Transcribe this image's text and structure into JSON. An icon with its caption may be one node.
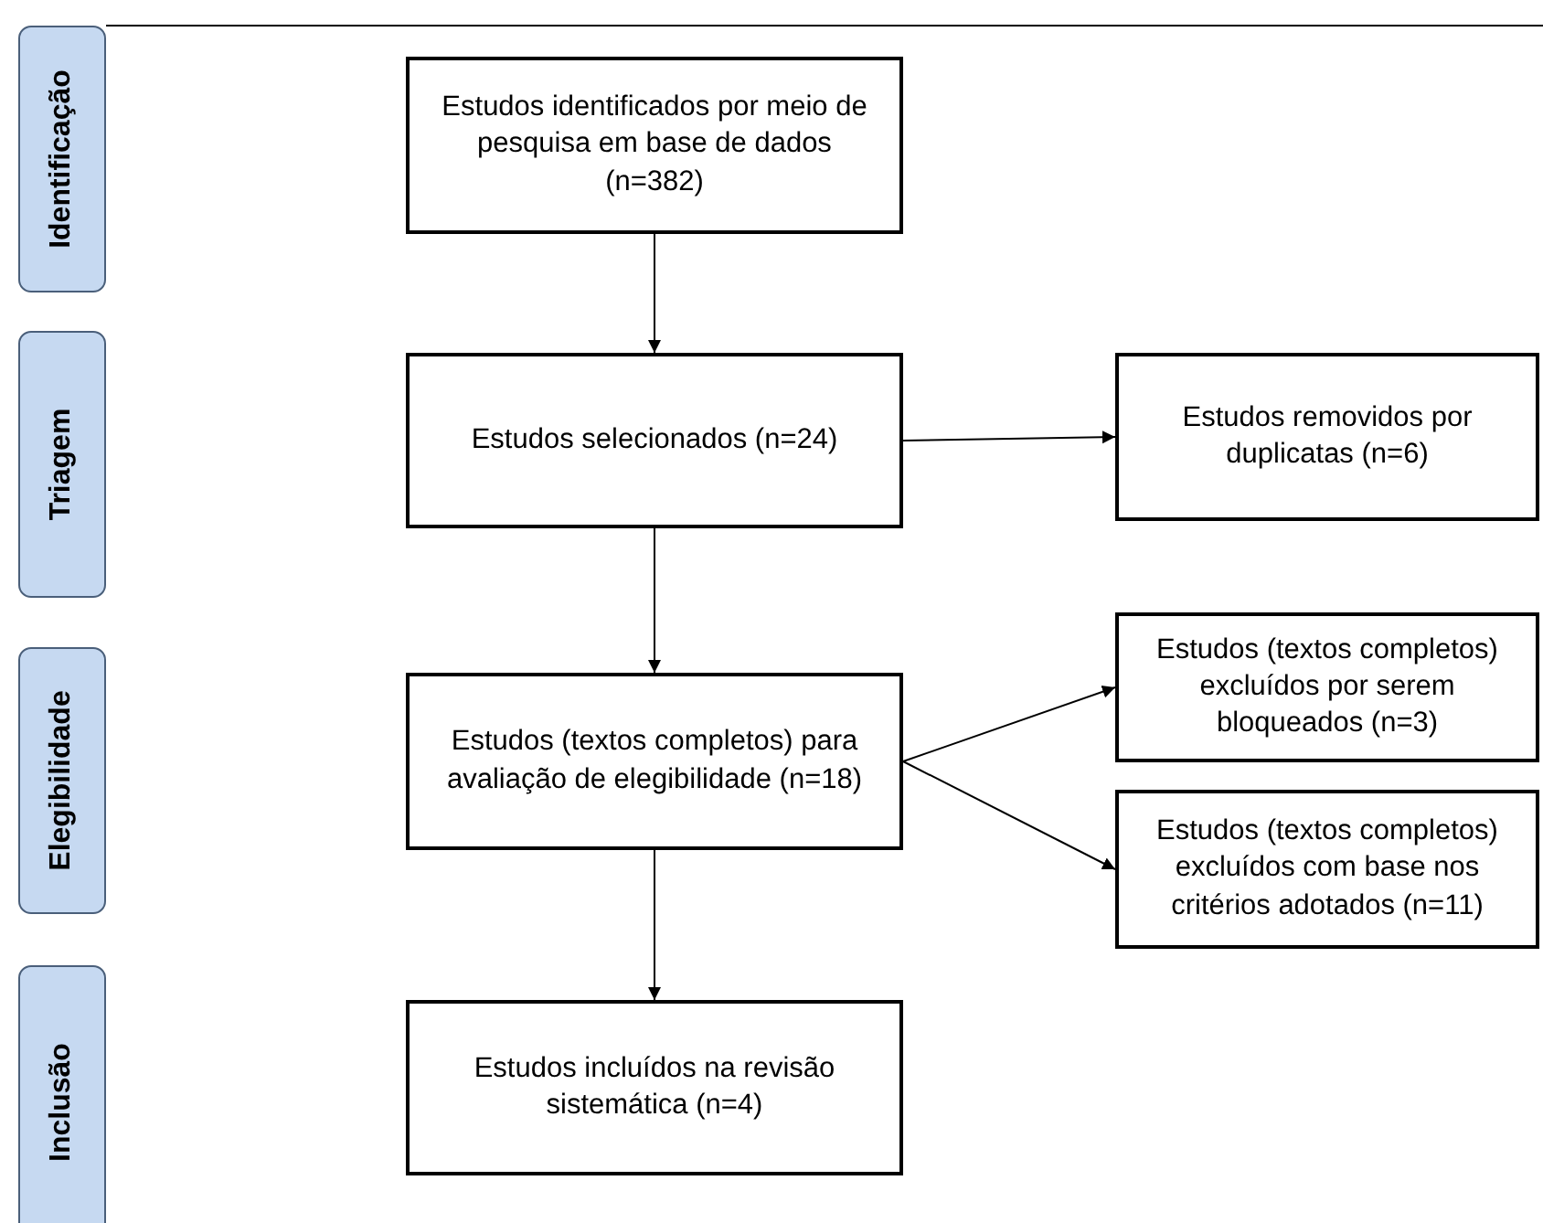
{
  "diagram": {
    "nodes": [
      {
        "text": [
          "Identificação"
        ]
      },
      {
        "text": [
          "Triagem"
        ]
      },
      {
        "text": [
          "Elegibilidade"
        ]
      },
      {
        "text": [
          "Inclusão"
        ]
      },
      {
        "text": [
          "Estudos identificados por meio de pesquisa em base de dados (n=382)"
        ]
      },
      {
        "text": [
          "Estudos selecionados (n=24)"
        ]
      },
      {
        "text": [
          "Estudos removidos por duplicatas (n=6)"
        ]
      },
      {
        "text": [
          "Estudos (textos completos) para avaliação de elegibilidade (n=18)"
        ]
      },
      {
        "text": [
          "Estudos (textos completos) excluídos por serem bloqueados (n=3)"
        ]
      },
      {
        "text": [
          "Estudos (textos completos) excluídos com base nos critérios adotados (n=11)"
        ]
      },
      {
        "text": [
          "Estudos incluídos na revisão sistemática (n=4)"
        ]
      }
    ],
    "edges": [
      {
        "from": 4,
        "to": 5,
        "arrow": "to"
      },
      {
        "from": 5,
        "to": 7,
        "arrow": "to"
      },
      {
        "from": 5,
        "to": 6,
        "arrow": "to"
      },
      {
        "from": 7,
        "to": 8,
        "arrow": "to"
      },
      {
        "from": 7,
        "to": 9,
        "arrow": "to"
      },
      {
        "from": 7,
        "to": 10,
        "arrow": "to"
      }
    ]
  }
}
